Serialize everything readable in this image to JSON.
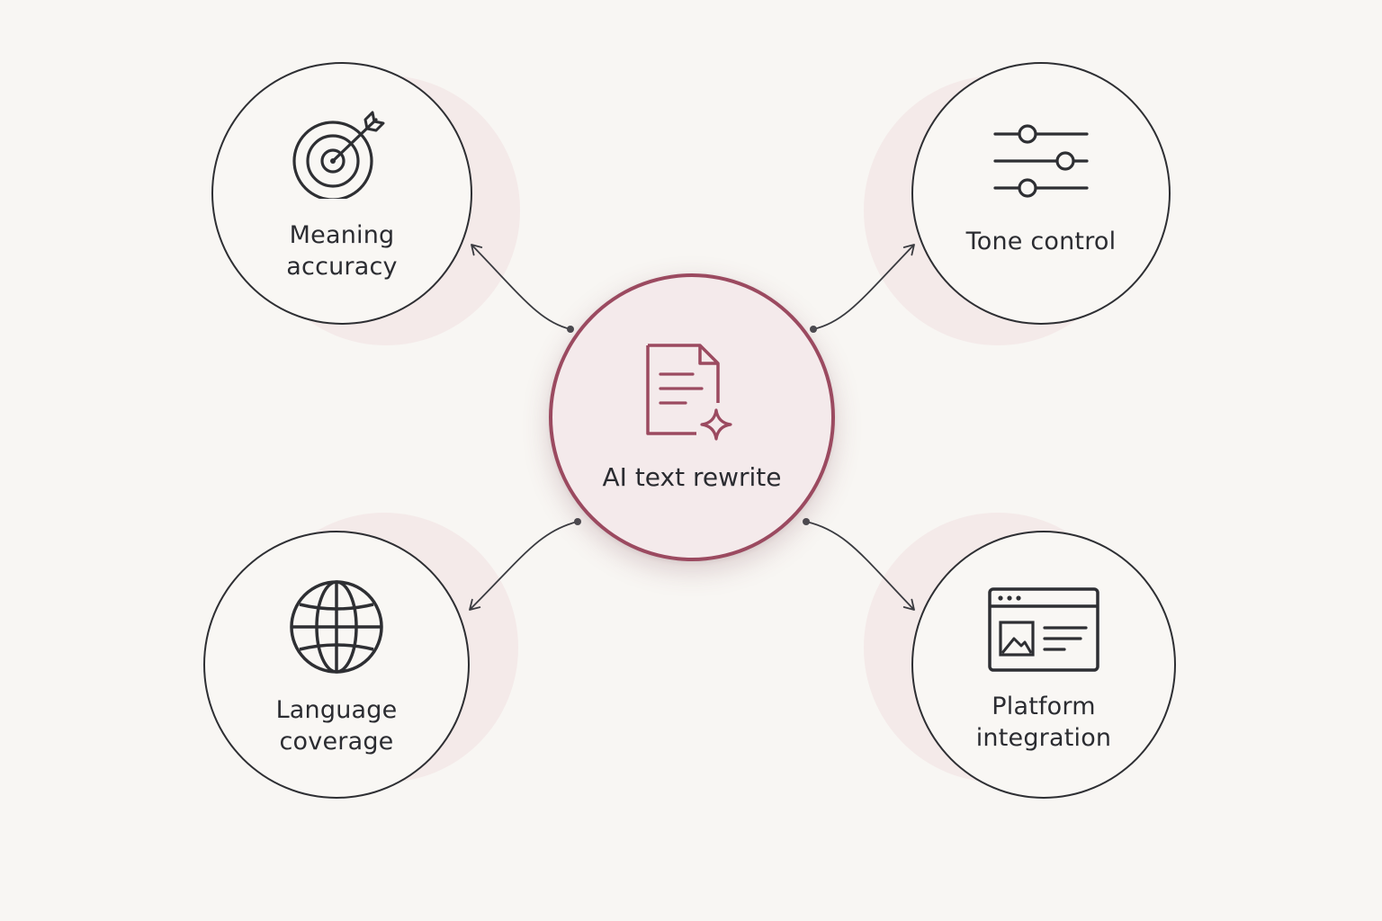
{
  "center": {
    "label": "AI text rewrite",
    "icon": "document-sparkle-icon"
  },
  "nodes": {
    "meaning": {
      "label_line1": "Meaning",
      "label_line2": "accuracy",
      "icon": "target-arrow-icon"
    },
    "tone": {
      "label": "Tone control",
      "icon": "sliders-icon"
    },
    "language": {
      "label_line1": "Language",
      "label_line2": "coverage",
      "icon": "globe-icon"
    },
    "platform": {
      "label_line1": "Platform",
      "label_line2": "integration",
      "icon": "browser-window-icon"
    }
  },
  "colors": {
    "background": "#f8f6f3",
    "accent": "#9b4a60",
    "center_fill": "#f4eaeb",
    "halo": "#f3e7e6",
    "outline": "#2e2f33"
  }
}
